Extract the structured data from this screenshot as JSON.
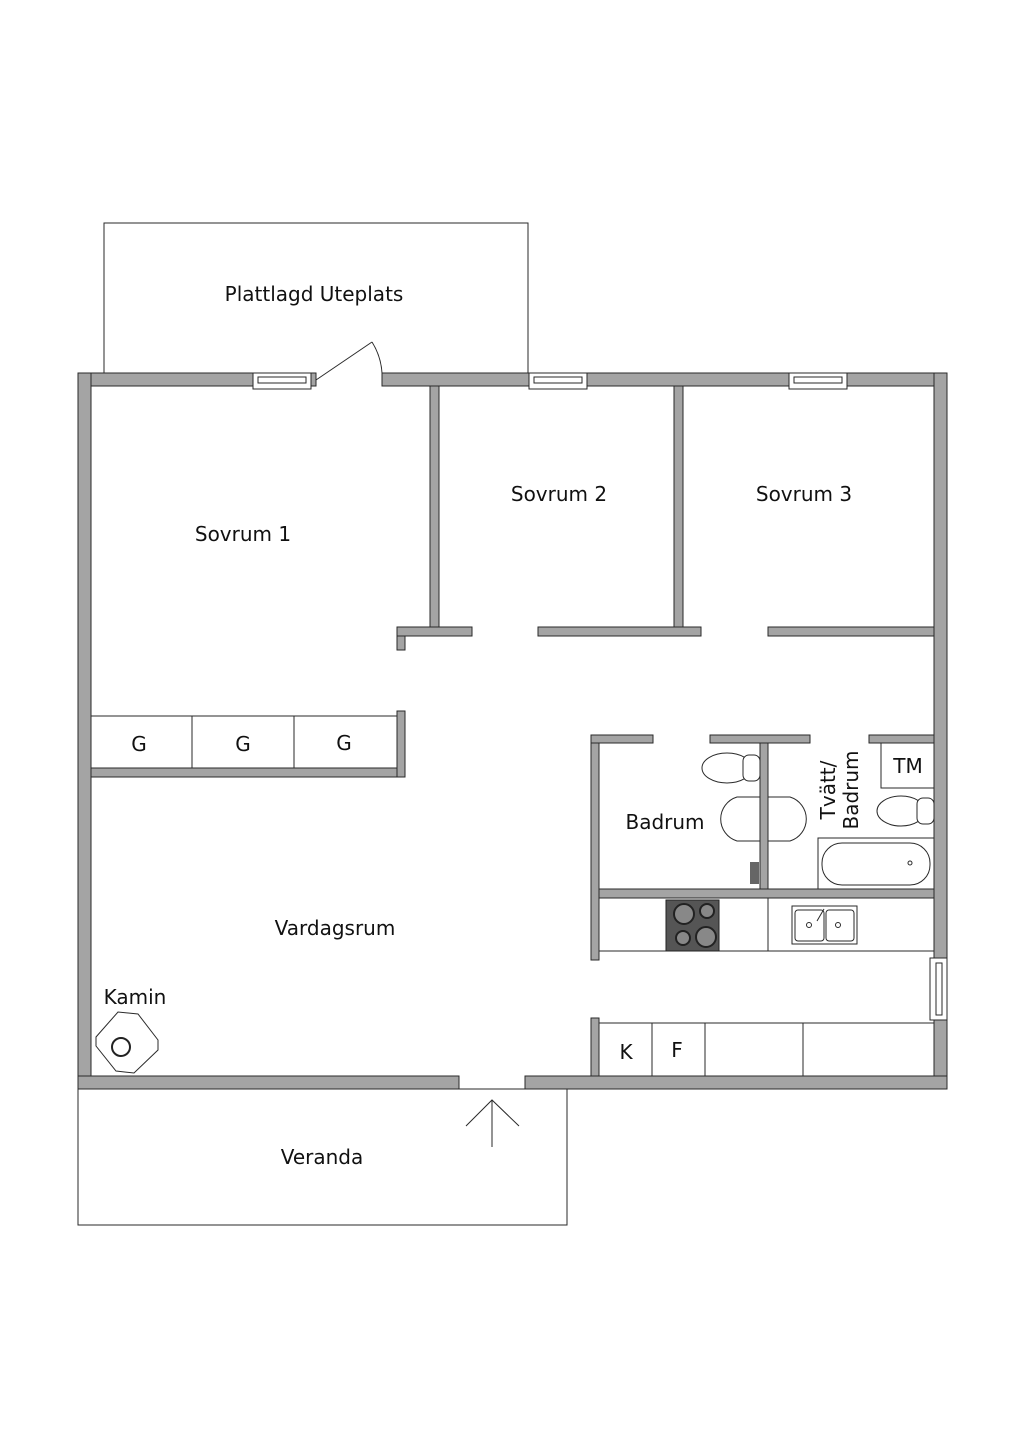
{
  "floorplan": {
    "outdoor": {
      "patio": "Plattlagd Uteplats",
      "veranda": "Veranda"
    },
    "rooms": {
      "bedroom1": "Sovrum 1",
      "bedroom2": "Sovrum 2",
      "bedroom3": "Sovrum 3",
      "living": "Vardagsrum",
      "bathroom": "Badrum",
      "laundry_line1": "Tvätt/",
      "laundry_line2": "Badrum"
    },
    "fixtures": {
      "wardrobe": "G",
      "washing_machine": "TM",
      "fridge": "K",
      "freezer": "F",
      "fireplace": "Kamin"
    },
    "colors": {
      "wall": "#a4a4a4",
      "outline": "#2a2a2a",
      "stove": "#555555"
    }
  }
}
